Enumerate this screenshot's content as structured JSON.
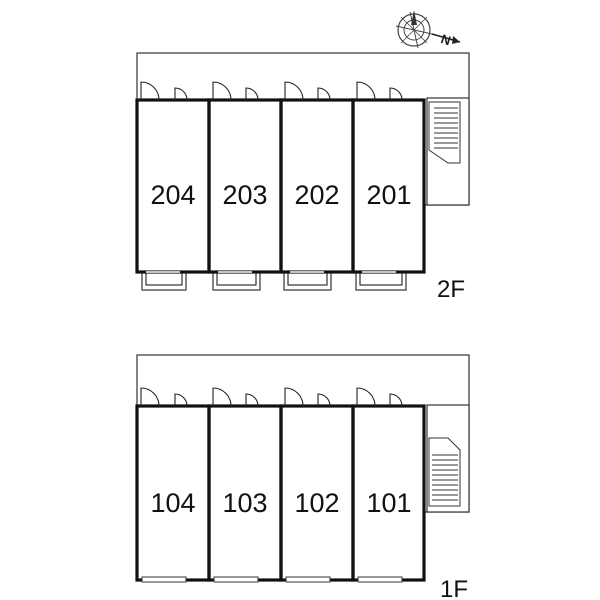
{
  "floors": [
    {
      "label": "2F",
      "units": [
        "204",
        "203",
        "202",
        "201"
      ]
    },
    {
      "label": "1F",
      "units": [
        "104",
        "103",
        "102",
        "101"
      ]
    }
  ],
  "compass": {
    "letter": "N",
    "icon": "compass-rose-icon"
  },
  "colors": {
    "line": "#111111",
    "background": "#ffffff"
  }
}
